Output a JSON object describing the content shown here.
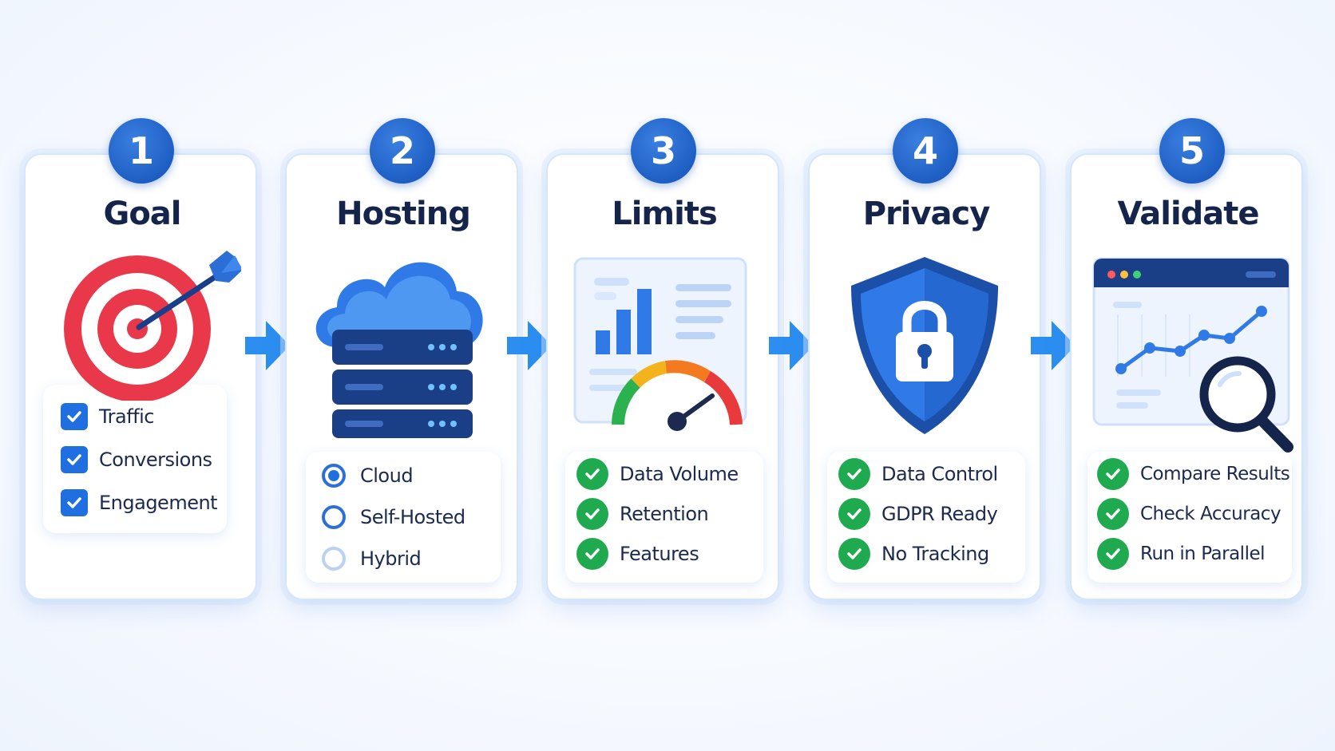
{
  "steps": [
    {
      "number": "1",
      "title": "Goal",
      "illustration_icon": "target-icon",
      "items": [
        "Traffic",
        "Conversions",
        "Engagement"
      ]
    },
    {
      "number": "2",
      "title": "Hosting",
      "illustration_icon": "cloud-server-icon",
      "items": [
        "Cloud",
        "Self-Hosted",
        "Hybrid"
      ],
      "selected": "Cloud"
    },
    {
      "number": "3",
      "title": "Limits",
      "illustration_icon": "chart-gauge-icon",
      "items": [
        "Data Volume",
        "Retention",
        "Features"
      ]
    },
    {
      "number": "4",
      "title": "Privacy",
      "illustration_icon": "shield-lock-icon",
      "items": [
        "Data Control",
        "GDPR Ready",
        "No Tracking"
      ]
    },
    {
      "number": "5",
      "title": "Validate",
      "illustration_icon": "browser-chart-magnifier-icon",
      "items": [
        "Compare Results",
        "Check Accuracy",
        "Run in Parallel"
      ]
    }
  ],
  "colors": {
    "badge_blue": "#1f5fc4",
    "title_navy": "#14244a",
    "arrow_blue": "#2b8ef0",
    "check_blue": "#1f6fe0",
    "check_green": "#1faa4f",
    "target_red": "#e8384a"
  }
}
